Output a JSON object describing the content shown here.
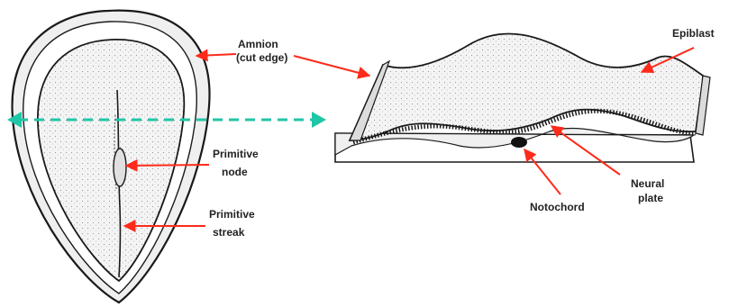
{
  "labels": {
    "amnion_line1": "Amnion",
    "amnion_line2": "(cut edge)",
    "epiblast": "Epiblast",
    "primitive_node_line1": "Primitive",
    "primitive_node_line2": "node",
    "primitive_streak_line1": "Primitive",
    "primitive_streak_line2": "streak",
    "notochord": "Notochord",
    "neural_plate_line1": "Neural",
    "neural_plate_line2": "plate"
  },
  "colors": {
    "arrow": "#ff2a1a",
    "section_line": "#20c6a6",
    "ink": "#1a1a1a",
    "shade": "#d8d8d8"
  }
}
